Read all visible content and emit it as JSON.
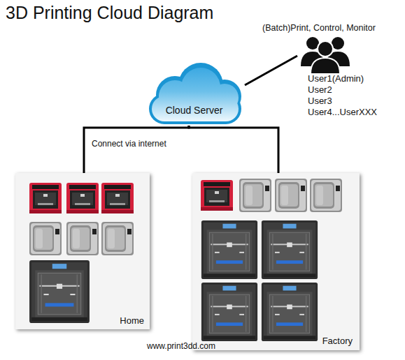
{
  "diagram": {
    "title": "3D Printing Cloud Diagram",
    "nodes": [
      {
        "text": [
          "Cloud Server"
        ]
      },
      {
        "text": [
          "(Batch)Print, Control, Monitor",
          "User1(Admin)",
          "User2",
          "User3",
          "User4...UserXXX"
        ]
      },
      {
        "text": [
          "Home"
        ]
      },
      {
        "text": [
          "Factory"
        ]
      }
    ],
    "edges": [
      {
        "from": 0,
        "to": 1,
        "arrow": "none"
      },
      {
        "from": 0,
        "to": 2,
        "label": "Connect via internet",
        "arrow": "none"
      },
      {
        "from": 0,
        "to": 3,
        "arrow": "none"
      }
    ],
    "labels": [
      "www.print3dd.com"
    ]
  }
}
